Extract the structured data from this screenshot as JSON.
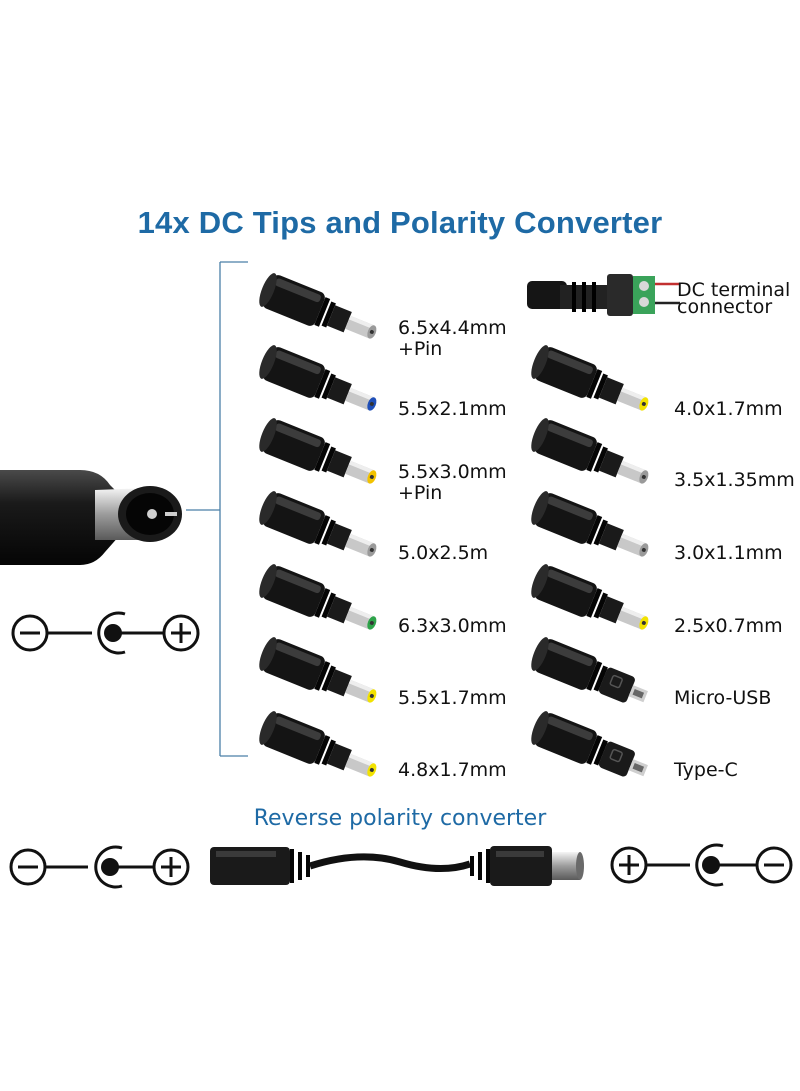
{
  "title": "14x DC Tips and Polarity Converter",
  "left_tips": [
    {
      "line1": "6.5x4.4mm",
      "line2": "+Pin",
      "tip_color": "#9a9a9a"
    },
    {
      "line1": "5.5x2.1mm",
      "line2": "",
      "tip_color": "#1f4fb8"
    },
    {
      "line1": "5.5x3.0mm",
      "line2": "+Pin",
      "tip_color": "#f2c200"
    },
    {
      "line1": "5.0x2.5m",
      "line2": "",
      "tip_color": "#9a9a9a"
    },
    {
      "line1": "6.3x3.0mm",
      "line2": "",
      "tip_color": "#2ea34a"
    },
    {
      "line1": "5.5x1.7mm",
      "line2": "",
      "tip_color": "#f2e200"
    },
    {
      "line1": "4.8x1.7mm",
      "line2": "",
      "tip_color": "#f2e200"
    }
  ],
  "terminal": {
    "line1": "DC terminal",
    "line2": "connector"
  },
  "right_tips": [
    {
      "label": "4.0x1.7mm",
      "tip_color": "#f2e200"
    },
    {
      "label": "3.5x1.35mm",
      "tip_color": "#9a9a9a"
    },
    {
      "label": "3.0x1.1mm",
      "tip_color": "#9a9a9a"
    },
    {
      "label": "2.5x0.7mm",
      "tip_color": "#f2e200"
    },
    {
      "label": "Micro-USB",
      "tip_color": "#9a9a9a"
    },
    {
      "label": "Type-C",
      "tip_color": "#9a9a9a"
    }
  ],
  "reverse_label": "Reverse polarity converter",
  "accent_color": "#1e6aa5"
}
